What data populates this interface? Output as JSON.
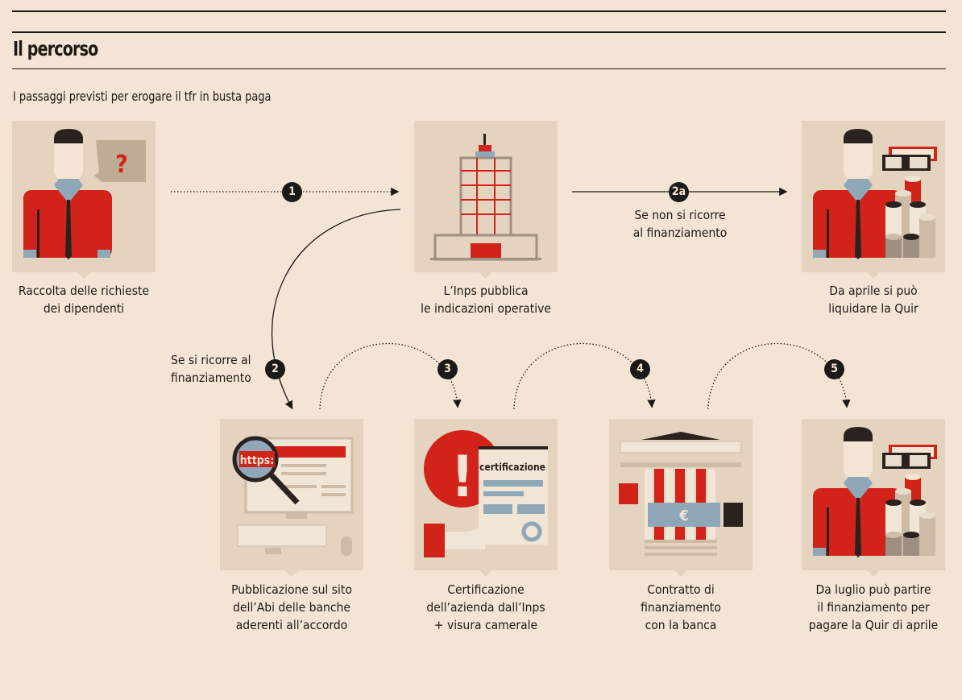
{
  "header": {
    "title": "Il percorso",
    "subtitle": "I passaggi previsti per erogare il tfr in busta paga"
  },
  "steps": [
    {
      "label_1": "Raccolta delle richieste",
      "label_2": "dei dipendenti",
      "label_3": ""
    },
    {
      "label_1": "L’Inps pubblica",
      "label_2": "le indicazioni operative",
      "label_3": ""
    },
    {
      "label_1": "Da aprile si può",
      "label_2": "liquidare la Quir",
      "label_3": ""
    },
    {
      "label_1": "Pubblicazione sul sito",
      "label_2": "dell’Abi delle banche",
      "label_3": "aderenti all’accordo"
    },
    {
      "label_1": "Certificazione",
      "label_2": "dell’azienda dall’Inps",
      "label_3": "+ visura camerale"
    },
    {
      "label_1": "Contratto di",
      "label_2": "finanziamento",
      "label_3": "con la banca"
    },
    {
      "label_1": "Da luglio può partire",
      "label_2": "il finanziamento per",
      "label_3": "pagare la Quir di aprile"
    }
  ],
  "numbers": {
    "n1": "1",
    "n2a": "2a",
    "n2": "2",
    "n3": "3",
    "n4": "4",
    "n5": "5"
  },
  "branches": {
    "no_financing_1": "Se non si ricorre",
    "no_financing_2": "al finanziamento",
    "financing_1": "Se si ricorre al",
    "financing_2": "finanziamento"
  },
  "illustration_text": {
    "question": "?",
    "https": "https:",
    "certificate": "certificazione",
    "exclamation": "!",
    "euro": "€"
  },
  "colors": {
    "background": "#f4e4d4",
    "card": "#e3d3bf",
    "red": "#d2231a",
    "dark": "#1c1a18"
  }
}
